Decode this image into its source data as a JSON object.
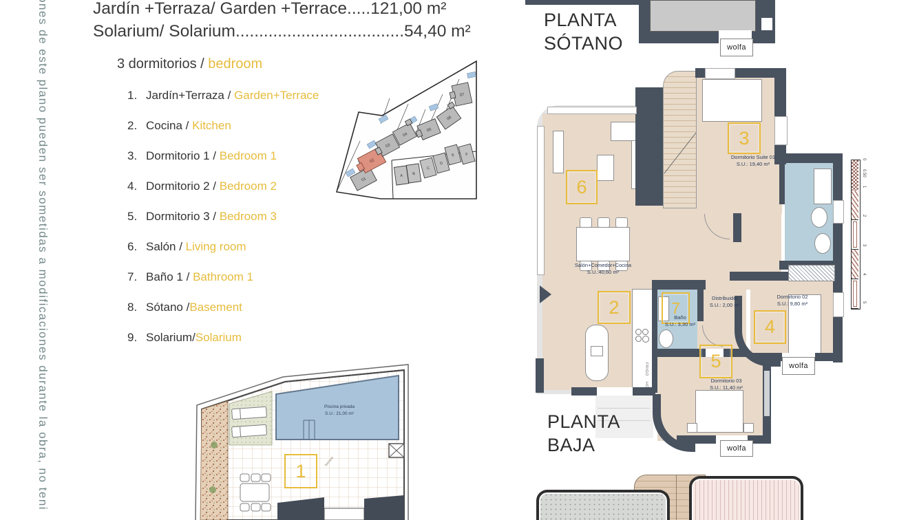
{
  "page": {
    "side_note": "ones de este plano pueden ser sometidas a modificaciones durante la obra, no teni"
  },
  "header": {
    "areas": [
      {
        "label": "Jardín +Terraza/ Garden +Terrace",
        "dots": ".....",
        "value": "121,00 m²"
      },
      {
        "label": "Solarium/ Solarium",
        "dots": "....................................",
        "value": "54,40 m²"
      }
    ]
  },
  "legend": {
    "title_es": "3 dormitorios / ",
    "title_en": "bedroom",
    "items": [
      {
        "num": "1.",
        "es": "Jardín+Terraza / ",
        "en": "Garden+Terrace"
      },
      {
        "num": "2.",
        "es": "Cocina / ",
        "en": "Kitchen"
      },
      {
        "num": "3.",
        "es": "Dormitorio 1 / ",
        "en": "Bedroom 1"
      },
      {
        "num": "4.",
        "es": "Dormitorio 2 / ",
        "en": "Bedroom 2"
      },
      {
        "num": "5.",
        "es": "Dormitorio 3 / ",
        "en": "Bedroom 3"
      },
      {
        "num": "6.",
        "es": "Salón / ",
        "en": "Living room"
      },
      {
        "num": "7.",
        "es": "Baño 1 / ",
        "en": "Bathroom 1"
      },
      {
        "num": "8.",
        "es": "Sótano /",
        "en": "Basement"
      },
      {
        "num": "9.",
        "es": "Solarium/",
        "en": "Solarium"
      }
    ]
  },
  "site_plan": {
    "plots": [
      "01",
      "02",
      "03",
      "04",
      "05",
      "06",
      "07"
    ],
    "houses": [
      "A",
      "B",
      "C",
      "D",
      "E",
      "F"
    ]
  },
  "plan_labels": {
    "sotano_line1": "PLANTA",
    "sotano_line2": "SÓTANO",
    "baja_line1": "PLANTA",
    "baja_line2": "BAJA",
    "wolfa": "wolfa"
  },
  "floorplan": {
    "markers": {
      "living": "6",
      "kitchen": "2",
      "bath": "7",
      "bed3": "5",
      "bed2": "4",
      "suite": "3"
    },
    "rooms": {
      "suite": {
        "name": "Dormitorio Suite 01",
        "area": "S.U.: 19,40 m²"
      },
      "salon": {
        "name": "Salón+Comedor+Cocina",
        "area": "S.U.:40,60 m²"
      },
      "distribuidor": {
        "name": "Distribuidor",
        "area": "S.U.: 2,00 m²"
      },
      "bano": {
        "name": "Baño",
        "area": "S.U.: 3,30 m²"
      },
      "dorm2": {
        "name": "Dormitorio 02",
        "area": "S.U.: 9,80 m²"
      },
      "dorm3": {
        "name": "Dormitorio 03",
        "area": "S.U.: 11,40 m²"
      }
    },
    "appliances": {
      "fridge": "FRIGO",
      "oven": "HORNO"
    }
  },
  "garden": {
    "marker": "1",
    "pool_name": "Piscina privada",
    "pool_area": "S.U.: 21,00 m²",
    "terrace_note": "Terraza"
  },
  "scale_bar": {
    "ticks": [
      "0",
      "0.50",
      "1",
      "2",
      "3",
      "4",
      "5"
    ]
  },
  "colors": {
    "accent_yellow": "#e6bc3c",
    "wall_dark": "#49525f",
    "floor_beige": "#e8d9c9",
    "bath_blue": "#b7cfda",
    "pool_blue": "#a9c3da",
    "highlight_red": "#dd9180"
  }
}
